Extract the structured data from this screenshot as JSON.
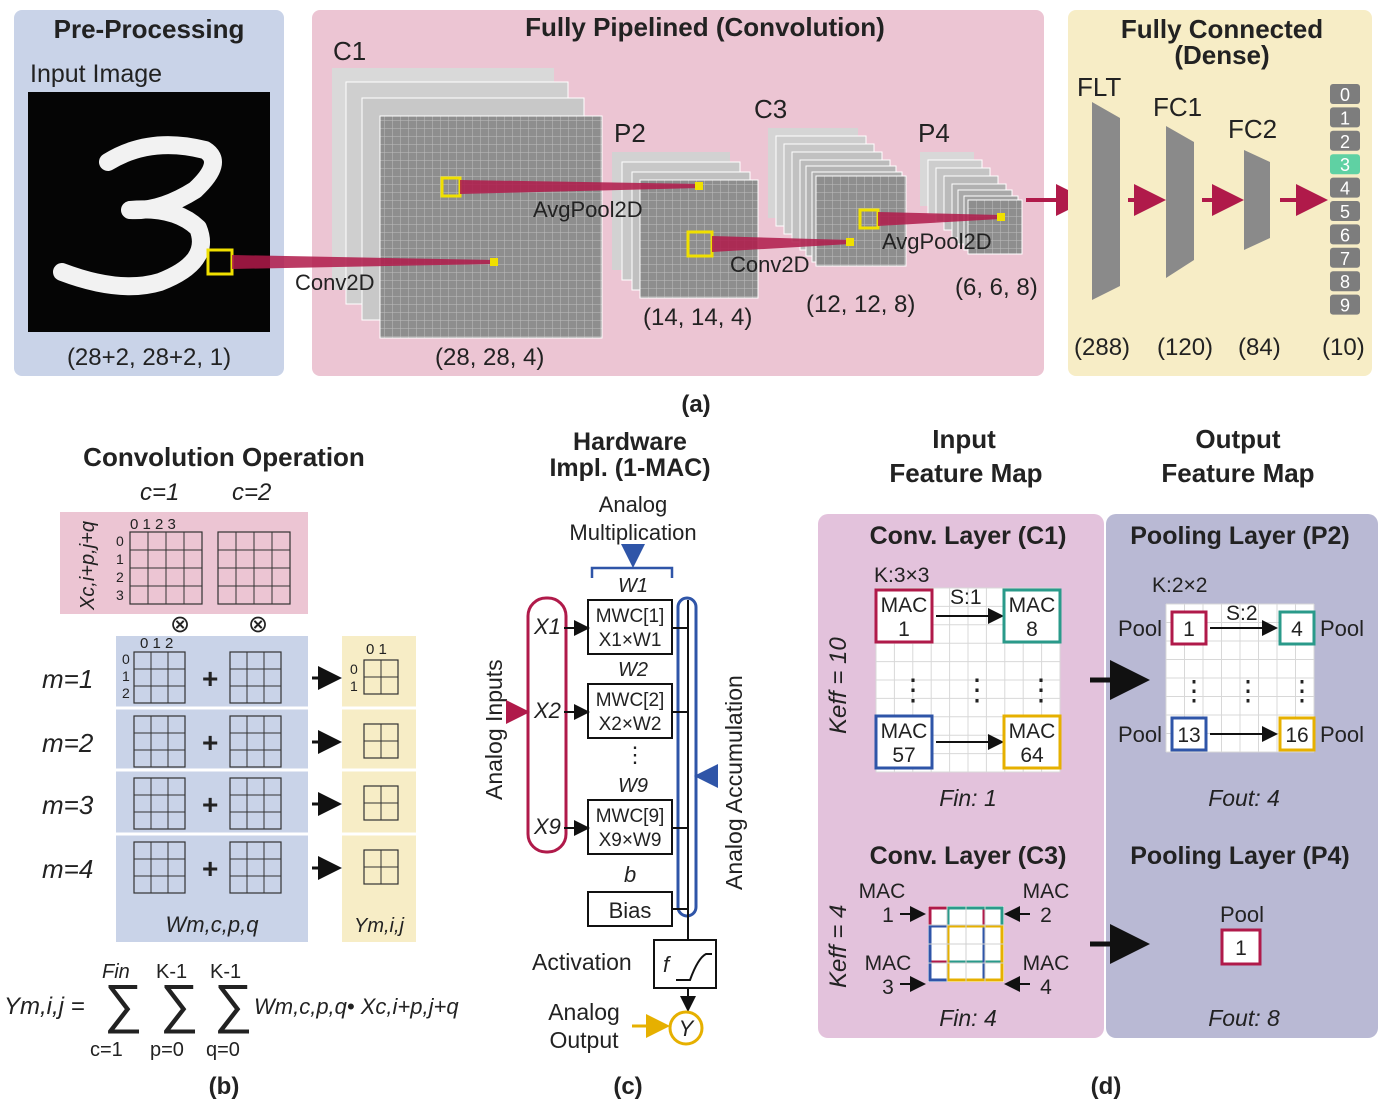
{
  "panel_a": {
    "pre": {
      "title": "Pre-Processing",
      "input_label": "Input Image",
      "dim": "(28+2, 28+2, 1)"
    },
    "conv": {
      "title": "Fully Pipelined (Convolution)",
      "c1": "C1",
      "p2": "P2",
      "c3": "C3",
      "p4": "P4",
      "op_conv1": "Conv2D",
      "op_pool1": "AvgPool2D",
      "op_conv2": "Conv2D",
      "op_pool2": "AvgPool2D",
      "dim_c1": "(28, 28, 4)",
      "dim_p2": "(14, 14, 4)",
      "dim_c3": "(12, 12, 8)",
      "dim_p4": "(6, 6, 8)"
    },
    "fc": {
      "title_line1": "Fully Connected",
      "title_line2": "(Dense)",
      "flt": "FLT",
      "fc1": "FC1",
      "fc2": "FC2",
      "dim_flt": "(288)",
      "dim_fc1": "(120)",
      "dim_fc2": "(84)",
      "dim_out": "(10)",
      "digits": [
        "0",
        "1",
        "2",
        "3",
        "4",
        "5",
        "6",
        "7",
        "8",
        "9"
      ],
      "highlight_digit": "3"
    },
    "caption": "(a)"
  },
  "panel_b": {
    "title": "Convolution Operation",
    "c1": "c=1",
    "c2": "c=2",
    "x_label": "Xc,i+p,j+q",
    "col_idx_x": "0 1 2 3",
    "row_idx_x": [
      "0",
      "1",
      "2",
      "3"
    ],
    "col_idx_w": "0 1 2",
    "row_idx_w": [
      "0",
      "1",
      "2"
    ],
    "col_idx_y": "0 1",
    "row_idx_y": [
      "0",
      "1"
    ],
    "otimes": "⊗",
    "rows": [
      "m=1",
      "m=2",
      "m=3",
      "m=4"
    ],
    "plus": "+",
    "w_label": "Wm,c,p,q",
    "y_label": "Ym,i,j",
    "formula": {
      "lhs": "Ym,i,j =",
      "sum1_top": "Fin",
      "sum1_bot": "c=1",
      "sum2_top": "K-1",
      "sum2_bot": "p=0",
      "sum3_top": "K-1",
      "sum3_bot": "q=0",
      "body": "Wm,c,p,q• Xc,i+p,j+q"
    },
    "caption": "(b)"
  },
  "panel_c": {
    "title_line1": "Hardware",
    "title_line2": "Impl. (1-MAC)",
    "mult_line1": "Analog",
    "mult_line2": "Multiplication",
    "w1": "W1",
    "w2": "W2",
    "w9": "W9",
    "b": "b",
    "x1": "X1",
    "x2": "X2",
    "x9": "X9",
    "mwc1_a": "MWC[1]",
    "mwc1_b": "X1×W1",
    "mwc2_a": "MWC[2]",
    "mwc2_b": "X2×W2",
    "mwc9_a": "MWC[9]",
    "mwc9_b": "X9×W9",
    "bias": "Bias",
    "analog_inputs": "Analog Inputs",
    "analog_accum": "Analog Accumulation",
    "activation": "Activation",
    "f": "f",
    "output_line1": "Analog",
    "output_line2": "Output",
    "y": "Y",
    "caption": "(c)"
  },
  "panel_d": {
    "in_title_1": "Input",
    "in_title_2": "Feature Map",
    "out_title_1": "Output",
    "out_title_2": "Feature Map",
    "conv_c1": "Conv. Layer (C1)",
    "pool_p2": "Pooling Layer (P2)",
    "conv_c3": "Conv. Layer (C3)",
    "pool_p4": "Pooling Layer (P4)",
    "k33": "K:3×3",
    "s1": "S:1",
    "k22": "K:2×2",
    "s2": "S:2",
    "mac": "MAC",
    "mac1": "1",
    "mac8": "8",
    "mac57": "57",
    "mac64": "64",
    "mac_c3": [
      "1",
      "2",
      "3",
      "4"
    ],
    "pool": "Pool",
    "pool1": "1",
    "pool4": "4",
    "pool13": "13",
    "pool16": "16",
    "keff10": "Keff = 10",
    "keff4": "Keff = 4",
    "fin1": "Fin: 1",
    "fout4": "Fout: 4",
    "fin4": "Fin: 4",
    "fout8": "Fout: 8",
    "p4_pool": "Pool",
    "p4_num": "1",
    "caption": "(d)"
  },
  "colors": {
    "blue_bg": "#c9d3e8",
    "pink_bg": "#ecc5d3",
    "yellow_bg": "#f7edc6",
    "purple_bg": "#b9b9d4",
    "mauve_bg": "#e3c2dc",
    "crimson": "#b01a4a",
    "yellow": "#f0e000",
    "green": "#2a9a8a",
    "gold": "#e6b000",
    "navy": "#2f55a8",
    "highlight": "#5fd1a3"
  }
}
